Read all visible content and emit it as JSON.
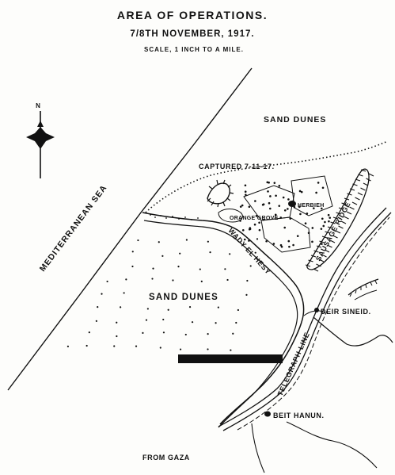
{
  "map": {
    "title": "AREA OF OPERATIONS.",
    "subtitle": "7/8TH NOVEMBER, 1917.",
    "scale": "SCALE, 1 INCH TO A MILE.",
    "north": "N",
    "labels": {
      "sand_dunes_north": "SAND DUNES",
      "sand_dunes_central": "SAND DUNES",
      "mediterranean_sea": "MEDITERRANEAN SEA",
      "captured": "CAPTURED 7-11-17.",
      "orange_grove": "ORANGE GROVE",
      "herbieh": "HERBIEH",
      "sausage_ridge": "SAUSAGE RIDGE",
      "wady_el_hesy": "WADY EL HESY",
      "deir_sineid": "DEIR SINEID.",
      "telegraph_line": "TELEGRAPH LINE",
      "beit_hanun": "BEIT HANUN.",
      "from_gaza": "FROM GAZA"
    },
    "icons": {
      "compass": "compass-rose-icon",
      "village_marker": "village-dot-icon"
    },
    "colors": {
      "ink": "#111111",
      "paper": "#fdfdfb"
    }
  }
}
